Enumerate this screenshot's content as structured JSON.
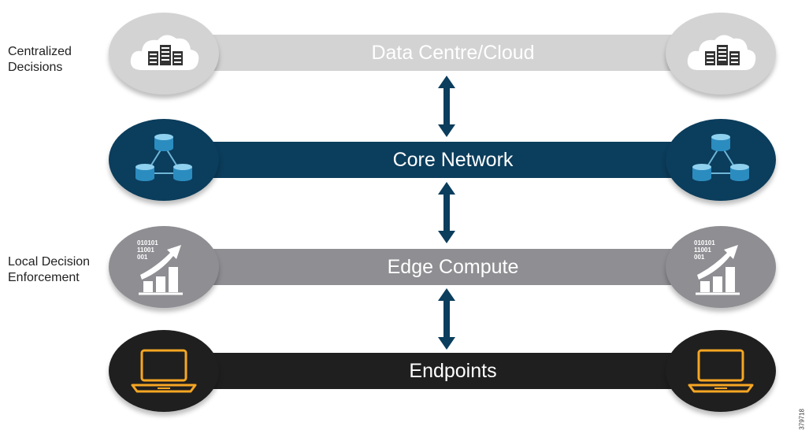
{
  "labels": {
    "centralized": "Centralized\nDecisions",
    "local": "Local Decision\nEnforcement"
  },
  "layers": [
    {
      "name": "Data Centre/Cloud",
      "icon": "cloud-server-icon",
      "bar_color": "#d3d3d3",
      "text_color": "#ffffff",
      "oval_color": "#d3d3d3"
    },
    {
      "name": "Core Network",
      "icon": "network-database-icon",
      "bar_color": "#0b3d5c",
      "text_color": "#ffffff",
      "oval_color": "#0b3d5c"
    },
    {
      "name": "Edge Compute",
      "icon": "analytics-chart-icon",
      "bar_color": "#8e8e93",
      "text_color": "#ffffff",
      "oval_color": "#8e8e93"
    },
    {
      "name": "Endpoints",
      "icon": "laptop-icon",
      "bar_color": "#1f1f1f",
      "text_color": "#ffffff",
      "oval_color": "#1f1f1f"
    }
  ],
  "binary_text": [
    "010101",
    "11001",
    "001"
  ],
  "arrow_color": "#0b3d5c",
  "figure_id": "379718"
}
